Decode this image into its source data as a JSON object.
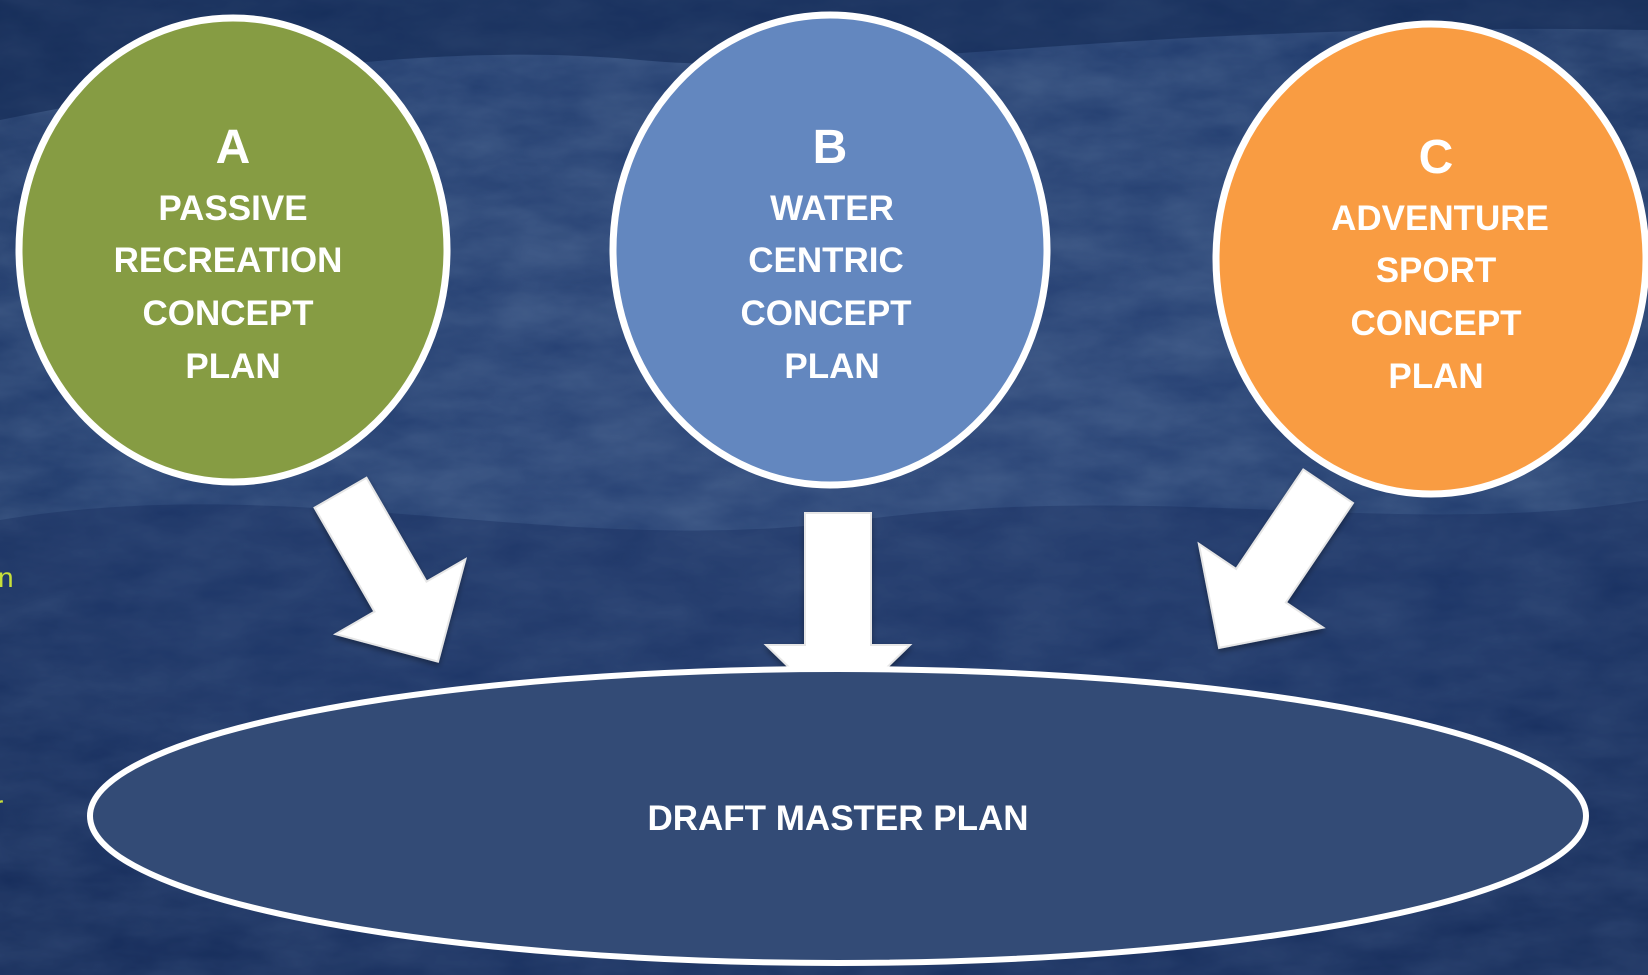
{
  "colors": {
    "background": "#1b3566",
    "plan_a_fill": "#869c43",
    "plan_b_fill": "#6387bf",
    "plan_c_fill": "#f99c42",
    "draft_fill": "#334b76",
    "outline": "#ffffff",
    "arrow_fill": "#ffffff",
    "fragment_text": "#c8df3a"
  },
  "plans": [
    {
      "letter": "A",
      "lines": [
        "PASSIVE",
        "RECREATION",
        "CONCEPT",
        "PLAN"
      ]
    },
    {
      "letter": "B",
      "lines": [
        "WATER",
        "CENTRIC",
        "CONCEPT",
        "PLAN"
      ]
    },
    {
      "letter": "C",
      "lines": [
        "ADVENTURE",
        "SPORT",
        "CONCEPT",
        "PLAN"
      ]
    }
  ],
  "draft": {
    "label": "DRAFT MASTER PLAN"
  },
  "left_edge_fragments": [
    "n",
    "r"
  ]
}
